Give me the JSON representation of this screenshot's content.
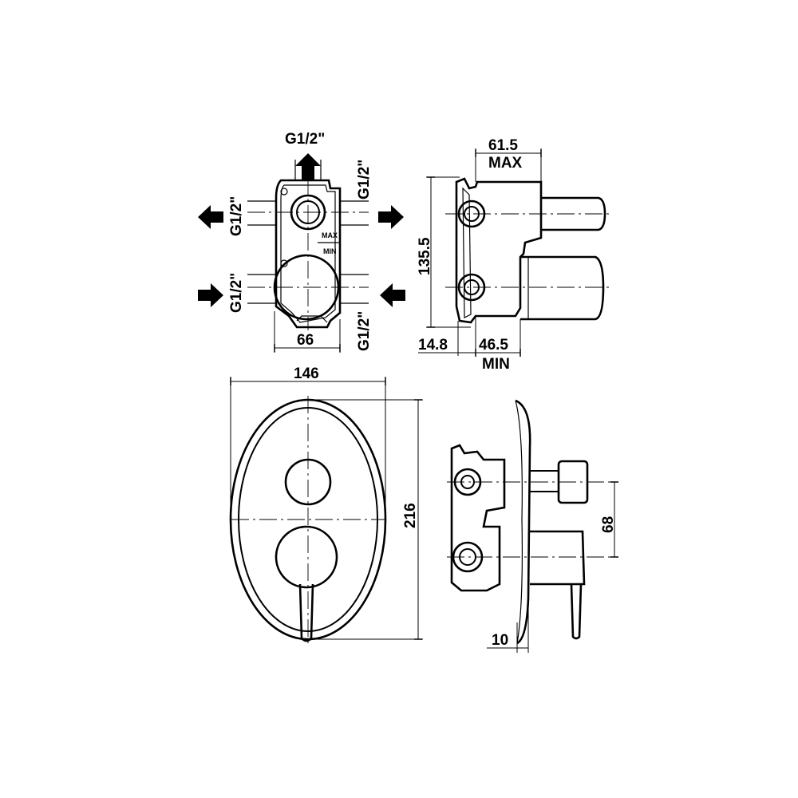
{
  "front_view": {
    "outlet_top_label": "G1/2\"",
    "outlet_left_label": "G1/2\"",
    "outlet_right_label": "G1/2\"",
    "inlet_left_label": "G1/2\"",
    "inlet_right_label": "G1/2\"",
    "width_label": "66",
    "max_mark": "MAX",
    "min_mark": "MIN"
  },
  "side_view": {
    "max_depth_value": "61.5",
    "max_caption": "MAX",
    "height_value": "135.5",
    "wall_offset_value": "14.8",
    "min_depth_value": "46.5",
    "min_caption": "MIN"
  },
  "plate_front": {
    "width_value": "146",
    "height_value": "216"
  },
  "plate_side": {
    "center_distance_value": "68",
    "plate_thickness_value": "10"
  }
}
